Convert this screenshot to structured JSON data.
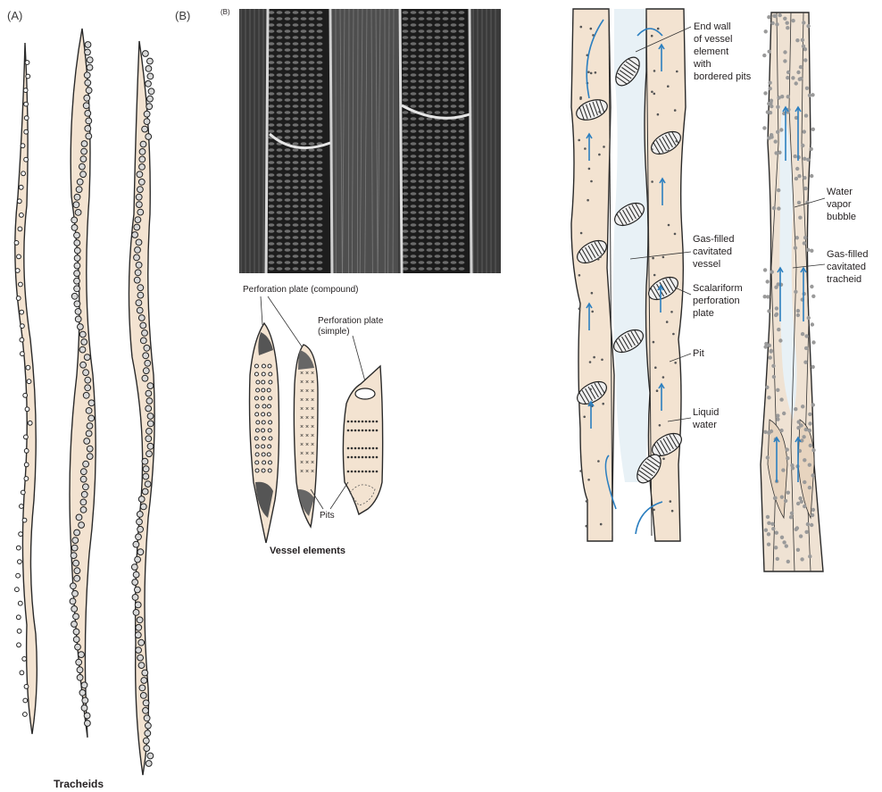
{
  "panels": {
    "a_label": "(A)",
    "b_label": "(B)",
    "b_micrograph_label": "(B)"
  },
  "captions": {
    "tracheids": "Tracheids",
    "vessel_elements": "Vessel elements"
  },
  "vessel_labels": {
    "perforation_compound": "Perforation plate (compound)",
    "perforation_simple_1": "Perforation plate",
    "perforation_simple_2": "(simple)",
    "pits": "Pits"
  },
  "cavitation_labels": {
    "end_wall_1": "End wall",
    "end_wall_2": "of vessel",
    "end_wall_3": "element",
    "end_wall_4": "with",
    "end_wall_5": "bordered pits",
    "gas_vessel_1": "Gas-filled",
    "gas_vessel_2": "cavitated",
    "gas_vessel_3": "vessel",
    "scalariform_1": "Scalariform",
    "scalariform_2": "perforation",
    "scalariform_3": "plate",
    "pit": "Pit",
    "liquid_1": "Liquid",
    "liquid_2": "water",
    "vapor_1": "Water",
    "vapor_2": "vapor",
    "vapor_3": "bubble",
    "gas_tracheid_1": "Gas-filled",
    "gas_tracheid_2": "cavitated",
    "gas_tracheid_3": "tracheid"
  },
  "colors": {
    "cell_fill": "#f3e3d1",
    "outline": "#2a2a2a",
    "water_arrow": "#2b7fc0",
    "micrograph_dark": "#2b2b2b"
  }
}
